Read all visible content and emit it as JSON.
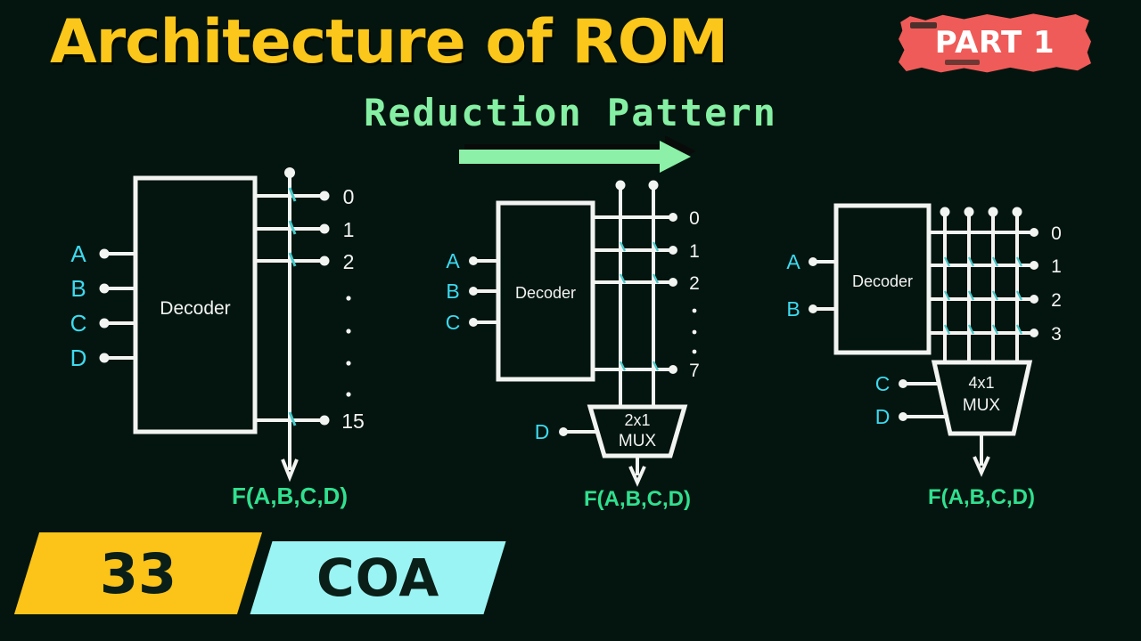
{
  "header": {
    "title": "Architecture of ROM",
    "part_badge": "PART 1",
    "subtitle": "Reduction Pattern",
    "arrow_icon": "right-arrow-icon"
  },
  "colors": {
    "background": "#04150f",
    "title_yellow": "#fbc71a",
    "badge_red": "#ef5b58",
    "subtitle_green": "#85f0a3",
    "input_cyan": "#3ddaf0",
    "wire_white": "#f2f4f2",
    "function_green": "#31e08f",
    "badge_yellow": "#fcc318",
    "badge_cyan": "#9af4f4",
    "cross_teal": "#49c9c9"
  },
  "footer": {
    "episode_number": "33",
    "course_code": "COA"
  },
  "diagrams": [
    {
      "id": "rom-4-input-decoder",
      "decoder_label": "Decoder",
      "inputs": [
        "A",
        "B",
        "C",
        "D"
      ],
      "outputs": [
        "0",
        "1",
        "2",
        "15"
      ],
      "ellipsis_dots": 4,
      "vertical_lines": 1,
      "mux": null,
      "mux_select_inputs": [],
      "output_function": "F(A,B,C,D)"
    },
    {
      "id": "rom-3-input-decoder-2x1-mux",
      "decoder_label": "Decoder",
      "inputs": [
        "A",
        "B",
        "C"
      ],
      "outputs": [
        "0",
        "1",
        "2",
        "7"
      ],
      "ellipsis_dots": 3,
      "vertical_lines": 2,
      "mux": "2x1\nMUX",
      "mux_line1": "2x1",
      "mux_line2": "MUX",
      "mux_select_inputs": [
        "D"
      ],
      "output_function": "F(A,B,C,D)"
    },
    {
      "id": "rom-2-input-decoder-4x1-mux",
      "decoder_label": "Decoder",
      "inputs": [
        "A",
        "B"
      ],
      "outputs": [
        "0",
        "1",
        "2",
        "3"
      ],
      "ellipsis_dots": 0,
      "vertical_lines": 4,
      "mux": "4x1\nMUX",
      "mux_line1": "4x1",
      "mux_line2": "MUX",
      "mux_select_inputs": [
        "C",
        "D"
      ],
      "output_function": "F(A,B,C,D)"
    }
  ]
}
